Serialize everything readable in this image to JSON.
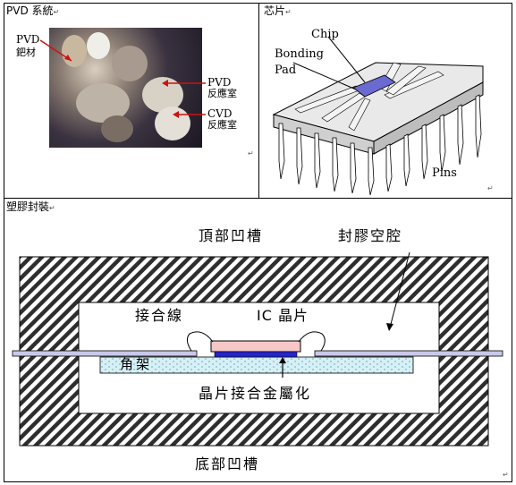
{
  "cells": {
    "top_left_header": "PVD 系統",
    "top_right_header": "芯片",
    "bottom_header": "塑膠封裝"
  },
  "pvd_photo": {
    "label_target_en": "PVD",
    "label_target_zh": "鈀材",
    "label_pvd_en": "PVD",
    "label_pvd_zh": "反應室",
    "label_cvd_en": "CVD",
    "label_cvd_zh": "反應室"
  },
  "chip_diagram": {
    "label_chip": "Chip",
    "label_bonding": "Bonding",
    "label_pad": "Pad",
    "label_pins": "Pins"
  },
  "package_diagram": {
    "label_top_cavity": "頂部凹槽",
    "label_seal_cavity": "封膠空腔",
    "label_bond_wire": "接合線",
    "label_ic_chip": "IC 晶片",
    "label_lead_frame": "角架",
    "label_die_attach": "晶片接合金屬化",
    "label_bottom_cavity": "底部凹槽"
  },
  "colors": {
    "chip_pink": "#f5c7c7",
    "die_attach_blue": "#2424c8",
    "lead_frame_lavender": "#c8c8ec",
    "frame_hatch_cyan": "#d6f0f5",
    "arrow_red": "#cc1111"
  },
  "marks": {
    "paragraph_mark": "↵"
  }
}
